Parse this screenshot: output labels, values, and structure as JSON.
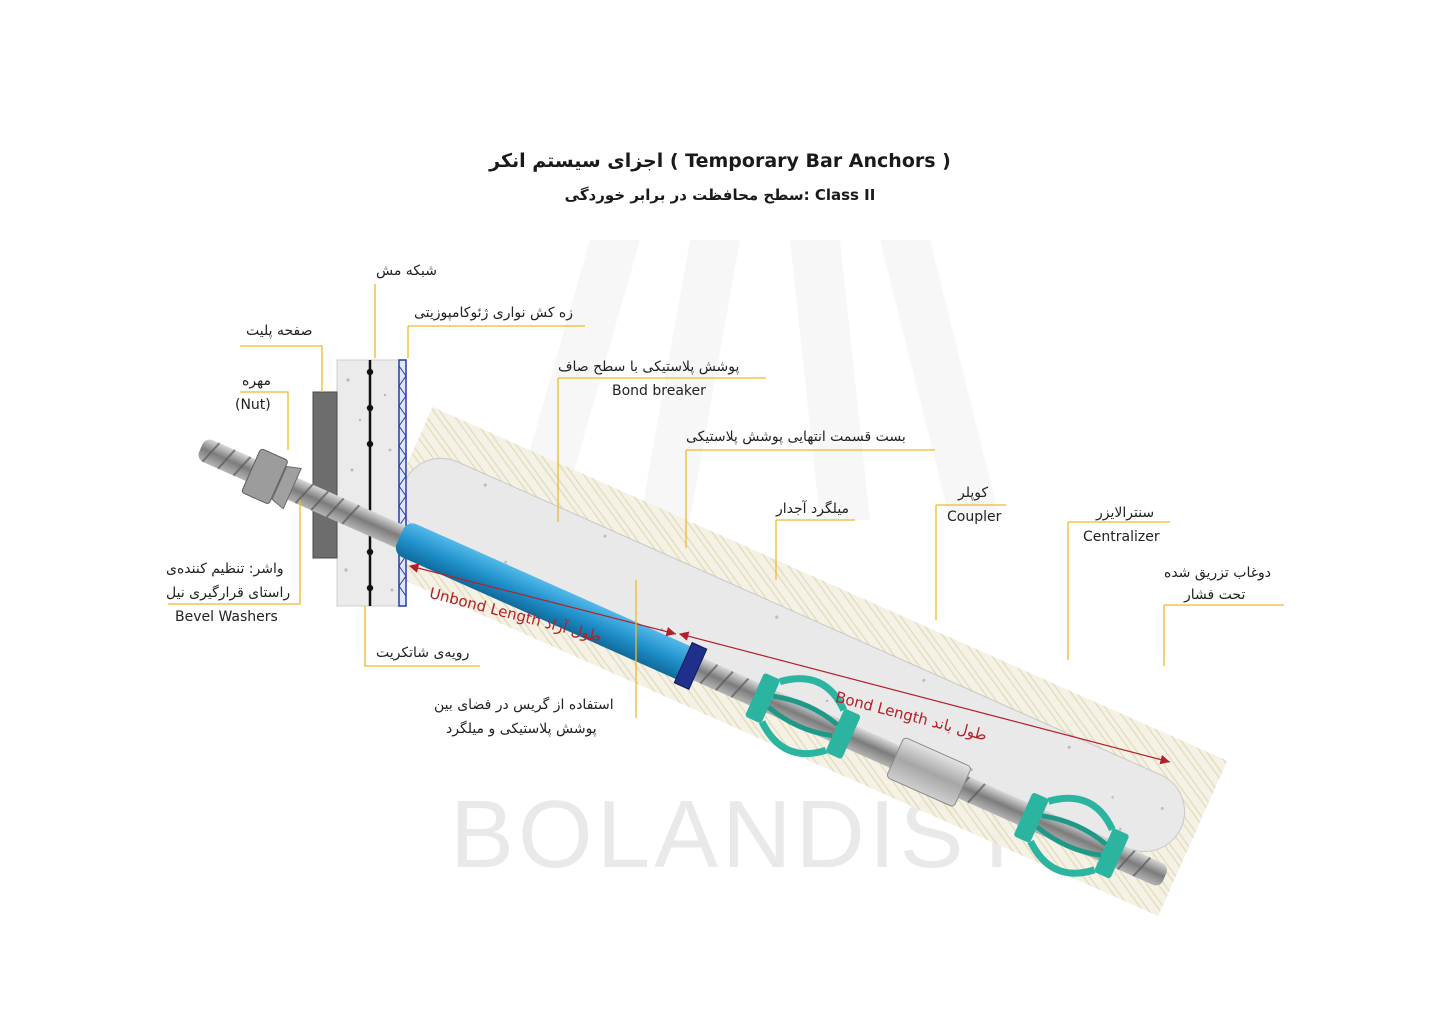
{
  "title": "اجزای سیستم انکر ( Temporary Bar Anchors )",
  "subtitle": "سطح محافظت در برابر خوردگی: Class II",
  "watermark": "BOLANDIST",
  "labels": {
    "mesh": "شبکه مش",
    "geocomposite": "زه کش نواری ژئوکامپوزیتی",
    "plate": "صفحه پلیت",
    "nut_fa": "مهره",
    "nut_en": "(Nut)",
    "bond_breaker_fa": "پوشش پلاستیکی با سطح صاف",
    "bond_breaker_en": "Bond breaker",
    "end_clamp": "بست قسمت انتهایی پوشش پلاستیکی",
    "rebar": "میلگرد آجدار",
    "coupler_fa": "کوپلر",
    "coupler_en": "Coupler",
    "centralizer_fa": "سنترالایزر",
    "centralizer_en": "Centralizer",
    "grout_fa_1": "دوغاب تزریق شده",
    "grout_fa_2": "تحت فشار",
    "washer_fa_1": "واشر: تنظیم کننده‌ی",
    "washer_fa_2": "راستای قرارگیری نیل",
    "washer_en": "Bevel Washers",
    "shotcrete": "رویه‌ی شاتکریت",
    "grease_1": "استفاده از گریس در فضای بین",
    "grease_2": "پوشش پلاستیکی و میلگرد"
  },
  "dimensions": {
    "unbond": "Unbond Length طول آزاد",
    "bond": "Bond Length طول باند"
  },
  "colors": {
    "sheath": "#1e8fc9",
    "centralizer": "#2bb5a0",
    "leader": "#f2b72a",
    "dimension": "#b3202a",
    "bar": "#8a8a8a",
    "grout": "#e8e2c8"
  }
}
